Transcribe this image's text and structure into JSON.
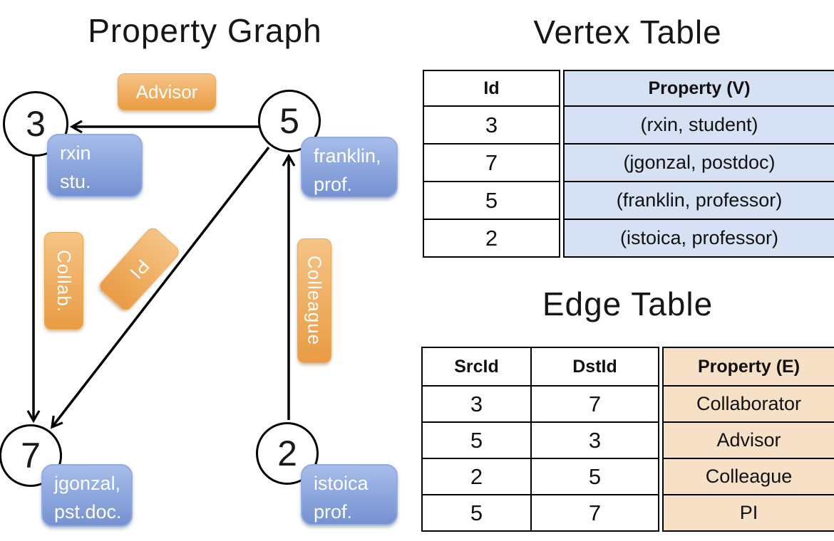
{
  "graph": {
    "title": "Property Graph",
    "nodes": [
      {
        "id": "3"
      },
      {
        "id": "5"
      },
      {
        "id": "7"
      },
      {
        "id": "2"
      }
    ],
    "properties": [
      {
        "line1": "rxin",
        "line2": "stu."
      },
      {
        "line1": "franklin,",
        "line2": "prof."
      },
      {
        "line1": "jgonzal,",
        "line2": "pst.doc."
      },
      {
        "line1": "istoica",
        "line2": "prof."
      }
    ],
    "edge_labels": {
      "advisor": "Advisor",
      "collab": "Collab.",
      "pi": "PI",
      "colleague": "Colleague"
    }
  },
  "vertex_table": {
    "title": "Vertex Table",
    "id_header": "Id",
    "property_header": "Property (V)",
    "ids": [
      "3",
      "7",
      "5",
      "2"
    ],
    "values": [
      "(rxin, student)",
      "(jgonzal, postdoc)",
      "(franklin, professor)",
      "(istoica, professor)"
    ]
  },
  "edge_table": {
    "title": "Edge Table",
    "src_header": "SrcId",
    "dst_header": "DstId",
    "property_header": "Property (E)",
    "rows": [
      {
        "src": "3",
        "dst": "7",
        "prop": "Collaborator"
      },
      {
        "src": "5",
        "dst": "3",
        "prop": "Advisor"
      },
      {
        "src": "2",
        "dst": "5",
        "prop": "Colleague"
      },
      {
        "src": "5",
        "dst": "7",
        "prop": "PI"
      }
    ]
  },
  "colors": {
    "edge_label_orange": "#EDA557",
    "property_box_blue": "#7E9AD6",
    "vertex_cell_blue": "#D6E1F3",
    "edge_cell_tan": "#F7E1C6",
    "line_black": "#000000"
  }
}
